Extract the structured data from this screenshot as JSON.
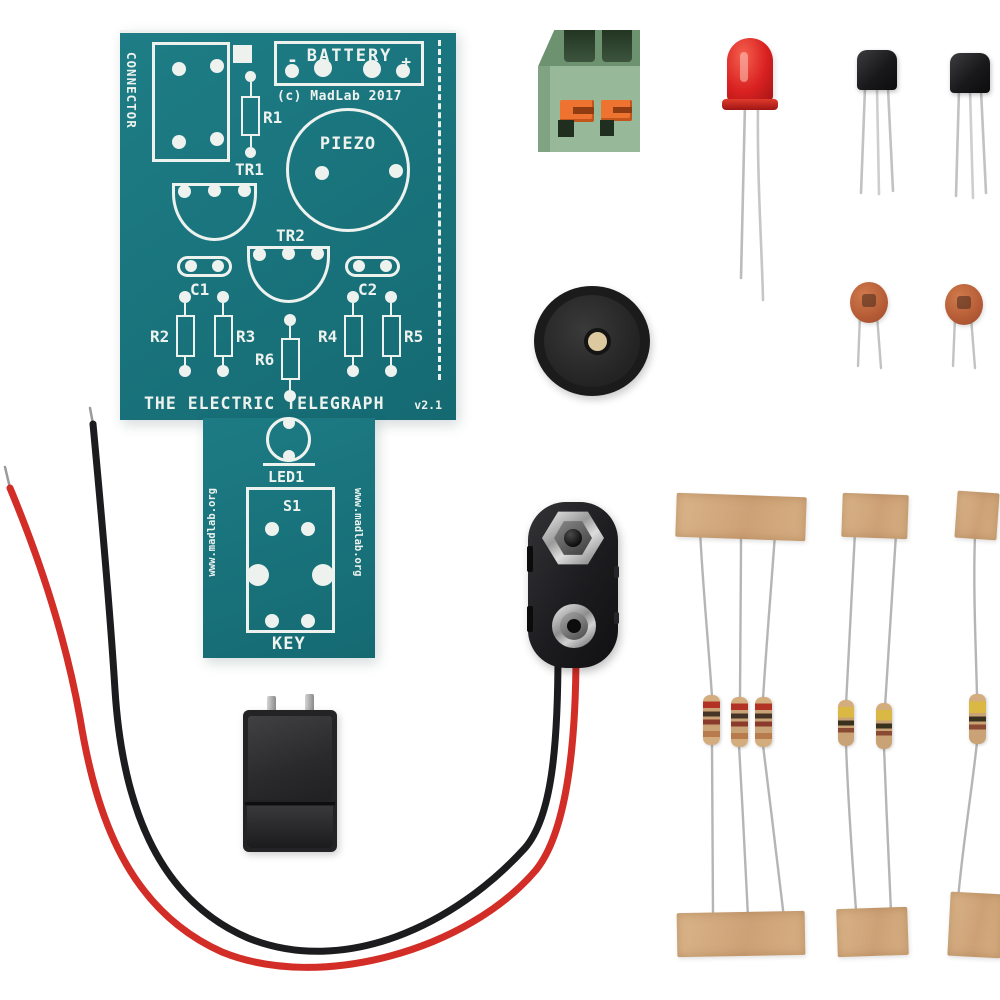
{
  "scene": {
    "description": "Electronics kit components on white background: printed circuit board, terminal block, red LED, two transistors, piezo disc, two ceramic capacitors, 9V battery clip with red and black wires, push button key, and taped bundles of resistors",
    "background_color": "#ffffff"
  },
  "pcb": {
    "board_color": "#1a737c",
    "silkscreen_color": "#edf2ee",
    "labels": {
      "connector": "CONNECTOR",
      "battery": "BATTERY",
      "battery_minus": "-",
      "battery_plus": "+",
      "copyright": "(c) MadLab 2017",
      "r1": "R1",
      "tr1": "TR1",
      "piezo": "PIEZO",
      "tr2": "TR2",
      "c1": "C1",
      "c2": "C2",
      "r2": "R2",
      "r3": "R3",
      "r4": "R4",
      "r5": "R5",
      "r6": "R6",
      "title": "THE ELECTRIC TELEGRAPH",
      "version": "v2.1",
      "led1": "LED1",
      "url": "www.madlab.org",
      "s1": "S1",
      "key": "KEY"
    }
  },
  "components": {
    "terminal_block": {
      "name": "2-way screwless terminal block",
      "body_color": "#95b897",
      "lever_color": "#ee7230"
    },
    "red_led": {
      "name": "5mm red LED",
      "color": "#d41f1f"
    },
    "transistor_1": {
      "name": "TO-92 transistor",
      "color": "#1a1a1c"
    },
    "transistor_2": {
      "name": "TO-92 transistor",
      "color": "#1a1a1c"
    },
    "piezo_disc": {
      "name": "piezo sounder disc",
      "color": "#222222",
      "center_color": "#dcc9a0"
    },
    "ceramic_capacitor_1": {
      "name": "ceramic disc capacitor",
      "color": "#b55c36"
    },
    "ceramic_capacitor_2": {
      "name": "ceramic disc capacitor",
      "color": "#b55c36"
    },
    "battery_clip": {
      "name": "9V battery snap clip",
      "body_color": "#1f1f22",
      "wire_colors": [
        "#d22d26",
        "#1c1c1e"
      ]
    },
    "push_button": {
      "name": "key push button",
      "color": "#28282a"
    },
    "resistor_bundle_1": {
      "name": "three resistors taped together",
      "band_style": "red/black/red"
    },
    "resistor_bundle_2": {
      "name": "two resistors taped together",
      "band_style": "yellow/black/brown"
    },
    "resistor_bundle_3": {
      "name": "one resistor taped",
      "band_style": "yellow/black/brown"
    },
    "tape_color": "#d4ac84"
  }
}
